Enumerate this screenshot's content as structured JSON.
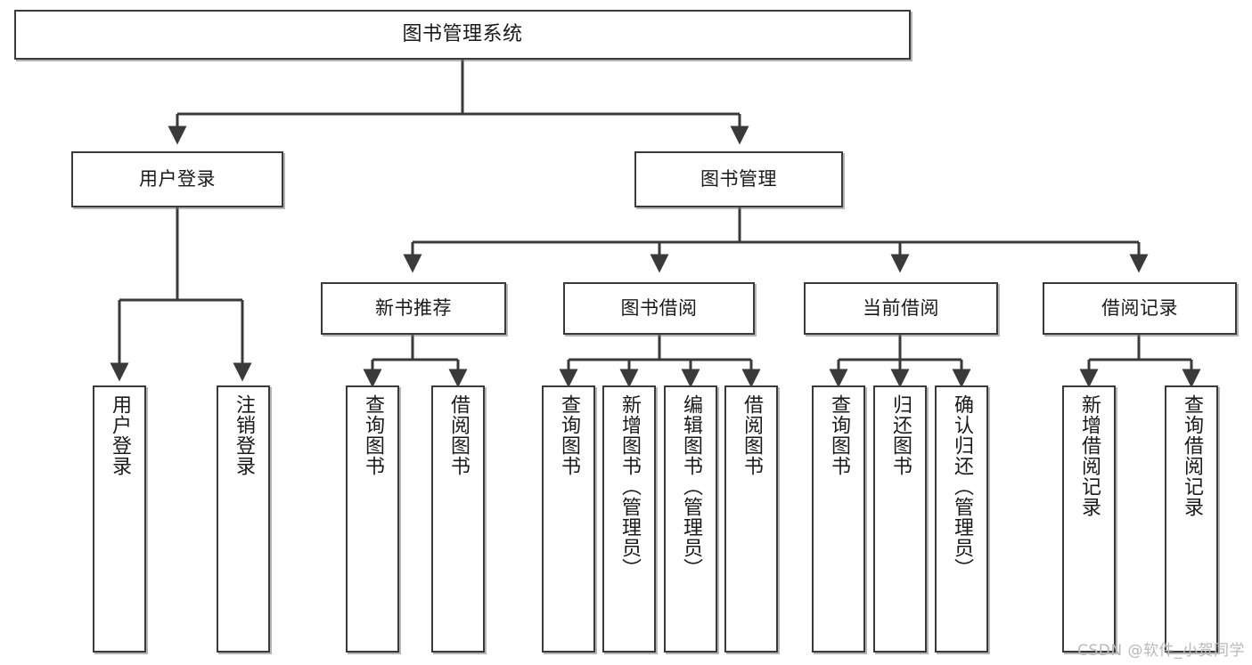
{
  "diagram": {
    "type": "tree",
    "title": "图书管理系统",
    "root": {
      "id": "root",
      "label": "图书管理系统"
    },
    "level1": [
      {
        "id": "user-login",
        "label": "用户登录"
      },
      {
        "id": "book-manage",
        "label": "图书管理"
      }
    ],
    "level2": [
      {
        "id": "new-book-recommend",
        "label": "新书推荐",
        "parent": "book-manage"
      },
      {
        "id": "book-borrow",
        "label": "图书借阅",
        "parent": "book-manage"
      },
      {
        "id": "current-borrow",
        "label": "当前借阅",
        "parent": "book-manage"
      },
      {
        "id": "borrow-record",
        "label": "借阅记录",
        "parent": "book-manage"
      }
    ],
    "leaves": {
      "user_login": [
        {
          "id": "leaf-user-login",
          "label": "用户登录"
        },
        {
          "id": "leaf-logout-login",
          "label": "注销登录"
        }
      ],
      "new_book_recommend": [
        {
          "id": "leaf-query-book-1",
          "label": "查询图书"
        },
        {
          "id": "leaf-borrow-book-1",
          "label": "借阅图书"
        }
      ],
      "book_borrow": [
        {
          "id": "leaf-query-book-2",
          "label": "查询图书"
        },
        {
          "id": "leaf-add-book",
          "label": "新增图书（管理员）"
        },
        {
          "id": "leaf-edit-book",
          "label": "编辑图书（管理员）"
        },
        {
          "id": "leaf-borrow-book-2",
          "label": "借阅图书"
        }
      ],
      "current_borrow": [
        {
          "id": "leaf-query-book-3",
          "label": "查询图书"
        },
        {
          "id": "leaf-return-book",
          "label": "归还图书"
        },
        {
          "id": "leaf-confirm-return",
          "label": "确认归还（管理员）"
        }
      ],
      "borrow_record": [
        {
          "id": "leaf-add-record",
          "label": "新增借阅记录"
        },
        {
          "id": "leaf-query-record",
          "label": "查询借阅记录"
        }
      ]
    },
    "colors": {
      "stroke": "#3a3a3a",
      "background": "#ffffff",
      "text": "#1a1a1a",
      "watermark": "#b9b9b9"
    }
  },
  "watermark": {
    "text": "CSDN @软件_小贺同学"
  }
}
